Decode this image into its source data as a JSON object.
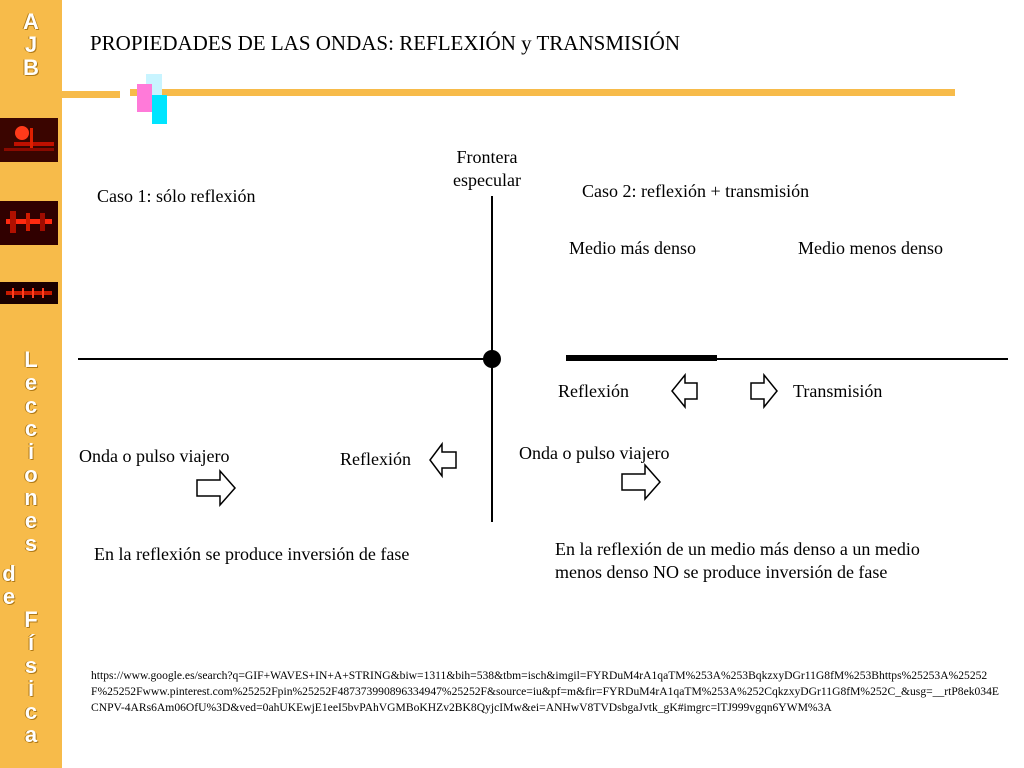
{
  "sidebar": {
    "top_letters": "A\nJ\nB",
    "bottom_letters": "L\ne\nc\nc\ni\no\nn\ne\ns",
    "de_letters": "d\ne",
    "fisica_letters": "F\ní\ns\ni\nc\na"
  },
  "title": "PROPIEDADES DE LAS ONDAS: REFLEXIÓN y TRANSMISIÓN",
  "colors": {
    "sidebar": "#f7bb4a",
    "title_bar": "#f7bb4a",
    "accent_cyan": "#00e5ff",
    "accent_pink": "#ff7ad9"
  },
  "diagram": {
    "boundary_label_line1": "Frontera",
    "boundary_label_line2": "especular",
    "case1_label": "Caso 1: sólo reflexión",
    "case2_label": "Caso 2: reflexión + transmisión",
    "denser_medium": "Medio más denso",
    "less_dense_medium": "Medio menos denso",
    "reflection_case2": "Reflexión",
    "transmission_case2": "Transmisión",
    "traveling_wave_case1": "Onda o pulso viajero",
    "reflection_case1": "Reflexión",
    "traveling_wave_case2": "Onda o pulso viajero",
    "note_case1": "En la reflexión se produce inversión de fase",
    "note_case2_line1": "En la reflexión de un medio más denso a un medio",
    "note_case2_line2": "menos denso NO se produce inversión de fase"
  },
  "source_url": "https://www.google.es/search?q=GIF+WAVES+IN+A+STRING&biw=1311&bih=538&tbm=isch&imgil=FYRDuM4rA1qaTM%253A%253BqkzxyDGr11G8fM%253Bhttps%25253A%25252F%25252Fwww.pinterest.com%25252Fpin%25252F487373990896334947%25252F&source=iu&pf=m&fir=FYRDuM4rA1qaTM%253A%252CqkzxyDGr11G8fM%252C_&usg=__rtP8ek034ECNPV-4ARs6Am06OfU%3D&ved=0ahUKEwjE1eeI5bvPAhVGMBoKHZv2BK8QyjcIMw&ei=ANHwV8TVDsbgaJvtk_gK#imgrc=lTJ999vgqn6YWM%3A"
}
